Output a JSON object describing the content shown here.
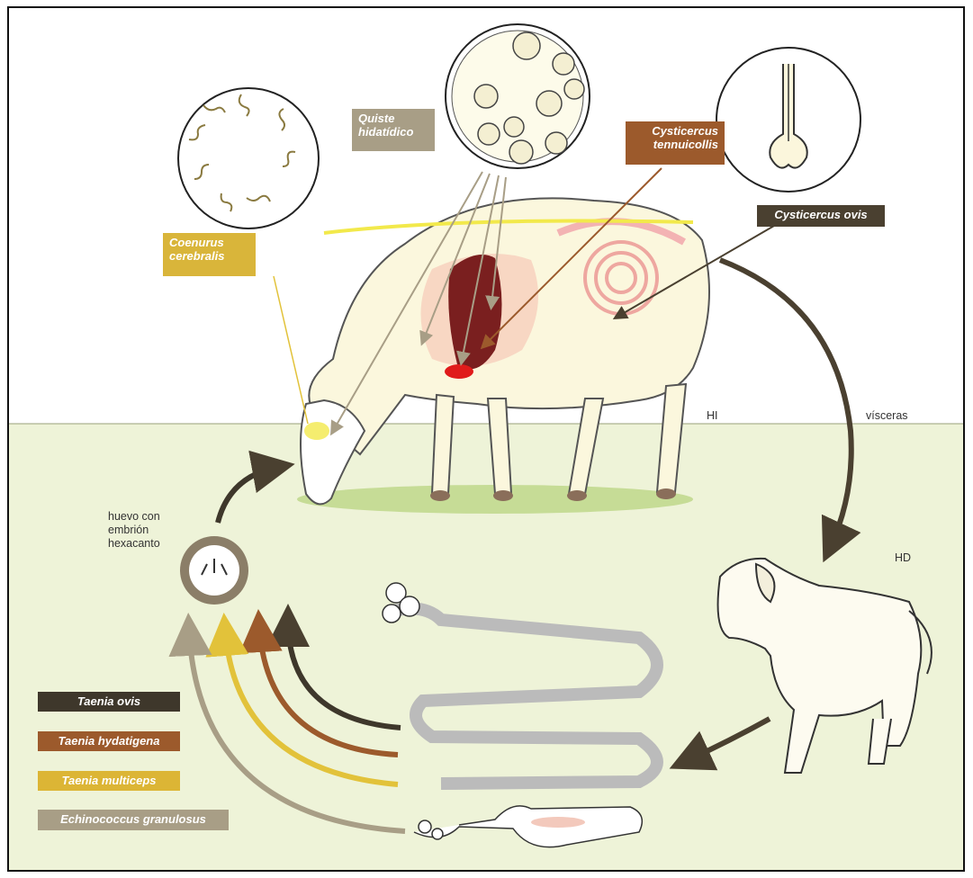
{
  "labels": {
    "quiste": "Quiste\nhidatídico",
    "cysticercus_tenuicollis": "Cysticercus\ntennuicollis",
    "cysticercus_ovis": "Cysticercus ovis",
    "coenurus": "Coenurus\ncerebralis",
    "hi": "HI",
    "visceras": "vísceras",
    "hd": "HD",
    "huevo": "huevo con\nembrión\nhexacanto",
    "taenia_ovis": "Taenia ovis",
    "taenia_hydatigena": "Taenia hydatigena",
    "taenia_multiceps": "Taenia multiceps",
    "echinococcus": "Echinococcus granulosus"
  },
  "colors": {
    "quiste": "#a89e86",
    "cysticercus_tenuicollis": "#9c5a2c",
    "cysticercus_ovis": "#4a4030",
    "coenurus": "#d9b53a",
    "taenia_ovis": "#3e372b",
    "taenia_hydatigena": "#9c5a2c",
    "taenia_multiceps": "#dcb535",
    "echinococcus": "#a89e86",
    "ground": "#eef3d8",
    "sheep_wool": "#fbf7dd",
    "liver": "#7a1f1f"
  }
}
